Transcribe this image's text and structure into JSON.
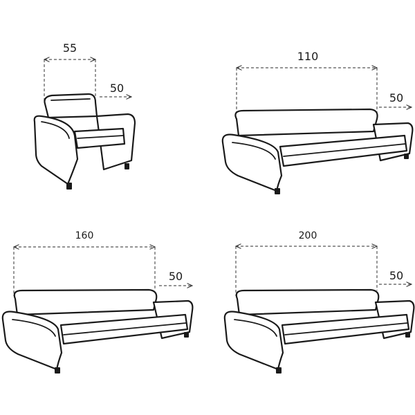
{
  "colors": {
    "line": "#1a1a1a",
    "dimension": "#555555",
    "background": "#ffffff"
  },
  "armchair": {
    "width_label": "55",
    "depth_label": "50"
  },
  "sofa_2": {
    "width_label": "110",
    "depth_label": "50"
  },
  "sofa_3": {
    "width_label": "160",
    "depth_label": "50"
  },
  "sofa_4": {
    "width_label": "200",
    "depth_label": "50"
  }
}
